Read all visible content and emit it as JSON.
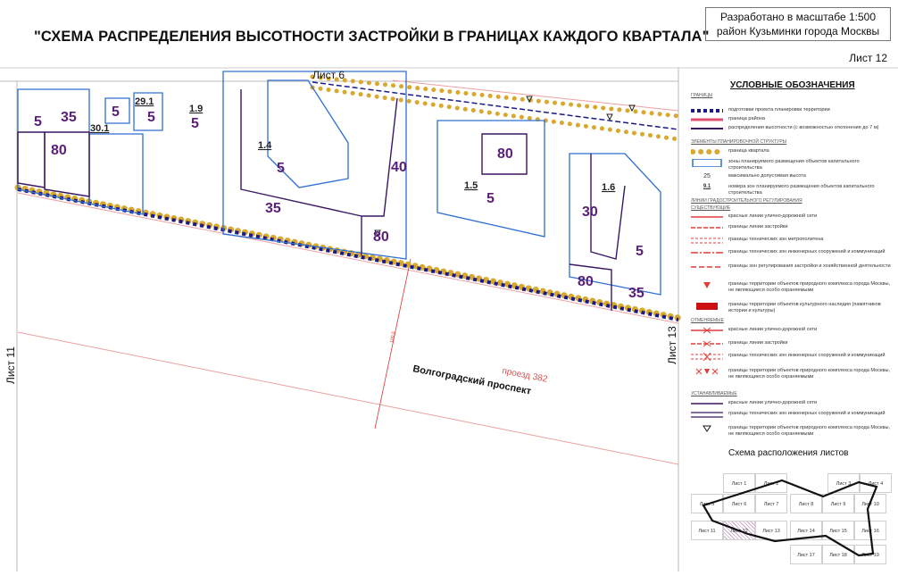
{
  "header": {
    "title": "\"СХЕМА РАСПРЕДЕЛЕНИЯ ВЫСОТНОСТИ ЗАСТРОЙКИ В ГРАНИЦАХ КАЖДОГО КВАРТАЛА\"",
    "scale_line1": "Разработано в масштабе 1:500",
    "scale_line2": "район Кузьминки города Москвы",
    "sheet": "Лист 12"
  },
  "map": {
    "sheet_top": "Лист 6",
    "sheet_left": "Лист 11",
    "sheet_right": "Лист 13",
    "street_name": "Волгоградский проспект",
    "passage_name": "проезд 382",
    "dimension": "100,0",
    "heights": [
      "5",
      "35",
      "80",
      "5",
      "5",
      "5",
      "5",
      "40",
      "80",
      "35",
      "80",
      "5",
      "30",
      "5",
      "80",
      "35"
    ],
    "zone_numbers": [
      "30.1",
      "29.1",
      "1.9",
      "1.4",
      "1.5",
      "1.6"
    ]
  },
  "legend": {
    "title": "УСЛОВНЫЕ ОБОЗНАЧЕНИЯ",
    "sections": [
      "ГРАНИЦЫ",
      "ЭЛЕМЕНТЫ ПЛАНИРОВОЧНОЙ СТРУКТУРЫ",
      "ЛИНИИ ГРАДОСТРОИТЕЛЬНОГО РЕГУЛИРОВАНИЯ",
      "СУЩЕСТВУЮЩИЕ",
      "ОТМЕНЯЕМЫЕ",
      "УСТАНАВЛИВАЕМЫЕ"
    ],
    "items": [
      "подготовки проекта планировки территории",
      "граница района",
      "распределения высотности (с возможностью отклонения до 7 м)",
      "граница квартала",
      "зоны планируемого размещения объектов капитального строительства",
      "максимально допустимая высота",
      "номера зон планируемого размещения объектов капитального строительства",
      "красные линии улично-дорожной сети",
      "границы линии застройки",
      "границы технических зон метрополитена",
      "границы технических зон инженерных сооружений и коммуникаций",
      "границы зон регулирования застройки и хозяйственной деятельности",
      "границы территории объектов природного комплекса города Москвы, не являющиеся особо охраняемыми",
      "границы территории объектов культурного наследия (памятников истории и культуры)",
      "красные линии улично-дорожной сети",
      "границы линии застройки",
      "границы технических зон инженерных сооружений и коммуникаций",
      "границы территории объектов природного комплекса города Москвы, не являющиеся особо охраняемыми",
      "красные линии улично-дорожной сети",
      "границы технических зон инженерных сооружений и коммуникаций",
      "границы территории объектов природного комплекса города Москвы, не являющиеся особо охраняемыми"
    ],
    "height_sample": "25",
    "zone_sample": "9.1"
  },
  "scheme": {
    "title": "Схема расположения листов",
    "sheets": [
      "Лист 1",
      "Лист 2",
      "Лист 3",
      "Лист 4",
      "Лист 5",
      "Лист 6",
      "Лист 7",
      "Лист 8",
      "Лист 9",
      "Лист 10",
      "Лист 11",
      "Лист 12",
      "Лист 13",
      "Лист 14",
      "Лист 15",
      "Лист 16",
      "Лист 17",
      "Лист 18",
      "Лист 19"
    ]
  },
  "colors": {
    "boundary": "#1a1a8a",
    "district": "#e0506f",
    "quarter": "#d9a82e",
    "zone": "#2f6fd1",
    "height": "#5a1e78",
    "red_line": "#e23b3b"
  }
}
